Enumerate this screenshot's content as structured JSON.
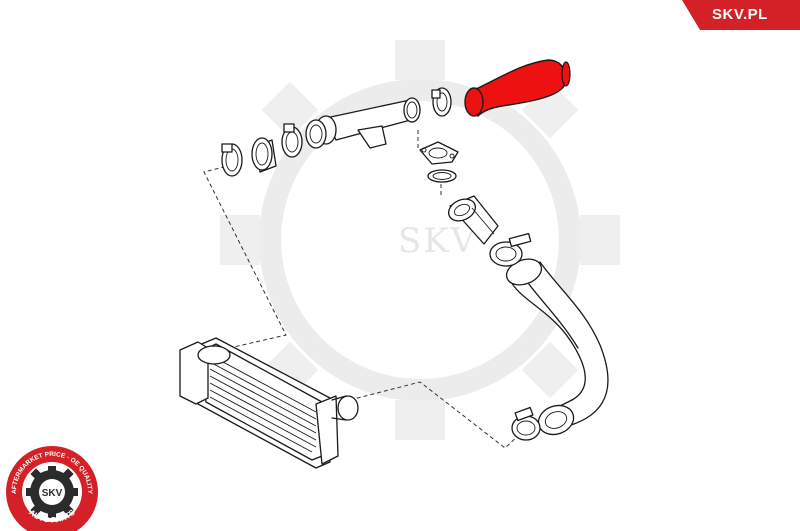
{
  "brand": {
    "corner_label": "SKV.PL",
    "accent_color": "#d42027",
    "hose_color": "#ee1111",
    "watermark_text": "SKV",
    "badge": {
      "center_text": "SKV",
      "ring_text_top": "AFTERMARKET PRICE · OE QUALITY",
      "ring_text_bottom": "AUTO PARTS"
    }
  },
  "diagram": {
    "highlighted_part": "highlighted-charge-hose",
    "parts": [
      "intercooler",
      "lower-charge-hose",
      "hose-clamp-lower",
      "hose-clamp-middle",
      "throttle-elbow",
      "gasket",
      "flange-gasket",
      "upper-charge-pipe",
      "sleeve-clamps",
      "highlighted-charge-hose",
      "clamp-ring-right"
    ]
  }
}
